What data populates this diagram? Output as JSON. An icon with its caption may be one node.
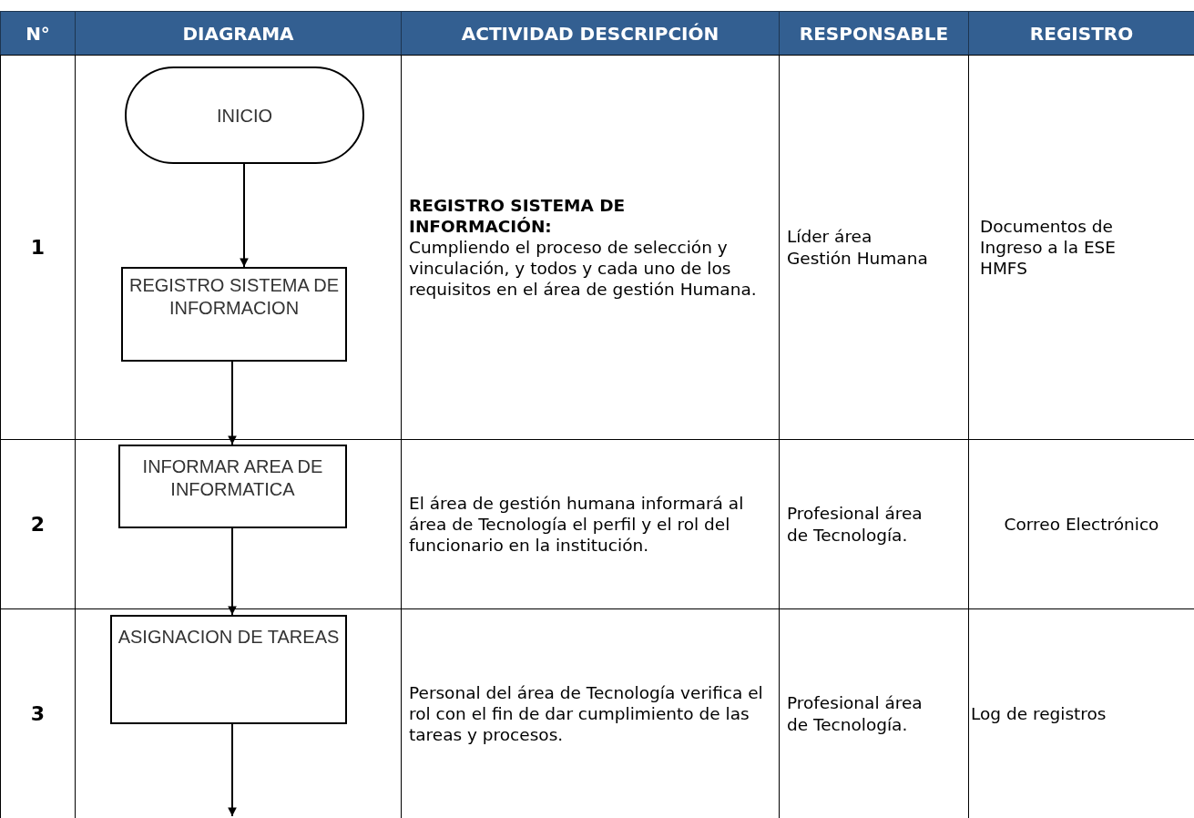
{
  "diagram": {
    "nodes": [
      {
        "text": [
          "INICIO"
        ]
      },
      {
        "text": [
          "REGISTRO SISTEMA DE INFORMACION"
        ]
      },
      {
        "text": [
          "INFORMAR AREA DE INFORMATICA"
        ]
      },
      {
        "text": [
          "ASIGNACION DE TAREAS"
        ]
      }
    ],
    "edges": [
      {
        "from": 0,
        "to": 1,
        "arrow": "to"
      },
      {
        "from": 1,
        "to": 2,
        "arrow": "to"
      },
      {
        "from": 2,
        "to": 3,
        "arrow": "to"
      },
      {
        "from": 3,
        "to": null,
        "arrow": "to"
      }
    ],
    "labels": [
      "N°",
      "DIAGRAMA",
      "ACTIVIDAD DESCRIPCIÓN",
      "RESPONSABLE",
      "REGISTRO",
      "1",
      "REGISTRO SISTEMA DE INFORMACIÓN:",
      "Cumpliendo el proceso de selección y vinculación, y todos y cada uno de los requisitos en el área de gestión Humana.",
      "Líder área Gestión Humana",
      "Documentos de Ingreso a la ESE HMFS",
      "2",
      "El área de gestión humana informará al área de Tecnología el perfil y el rol del funcionario en la institución.",
      "Profesional área de Tecnología.",
      "Correo Electrónico",
      "3",
      "Personal del área de Tecnología verifica el rol con el fin de dar cumplimiento de las tareas y procesos.",
      "Profesional área de Tecnología.",
      "Log de registros"
    ]
  }
}
